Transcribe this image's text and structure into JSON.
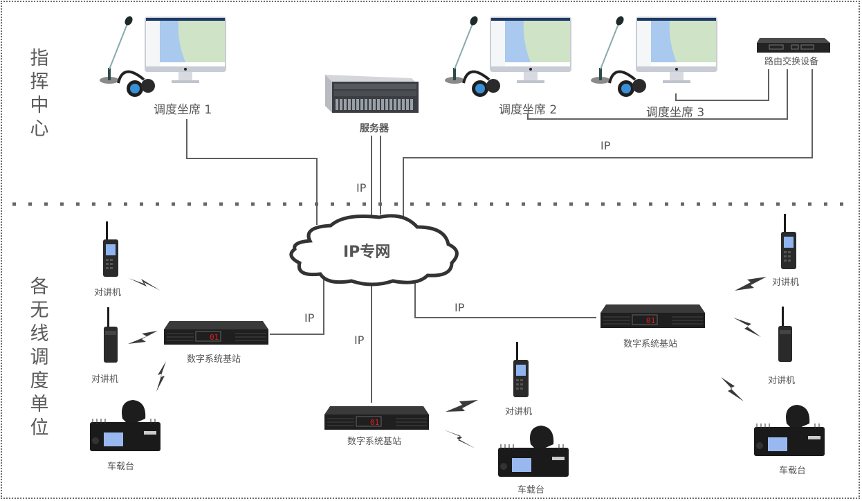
{
  "diagram": {
    "sections": {
      "command_center": "指挥中心",
      "field_units": "各无线调度单位"
    },
    "command_center": {
      "consoles": [
        {
          "label": "调度坐席 1"
        },
        {
          "label": "调度坐席 2"
        },
        {
          "label": "调度坐席 3"
        }
      ],
      "server": {
        "label": "服务器"
      },
      "router": {
        "label": "路由交换设备"
      }
    },
    "network": {
      "cloud_label": "IP专网",
      "link_label": "IP"
    },
    "field": {
      "base_stations": [
        {
          "label": "数字系统基站",
          "display": "01"
        },
        {
          "label": "数字系统基站",
          "display": "01"
        },
        {
          "label": "数字系统基站",
          "display": "01"
        }
      ],
      "handheld_label": "对讲机",
      "vehicle_label": "车载台"
    },
    "colors": {
      "line": "#606060",
      "text": "#555555",
      "device_dark": "#2b2b2b",
      "screen_blue": "#8fb4f0",
      "led_red": "#e02020"
    }
  }
}
